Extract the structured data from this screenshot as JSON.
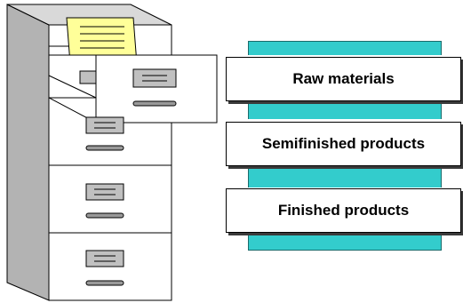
{
  "categories": [
    {
      "label": "Raw materials"
    },
    {
      "label": "Semifinished products"
    },
    {
      "label": "Finished products"
    }
  ],
  "colors": {
    "cabinet_side": "#b3b3b3",
    "cabinet_front": "#ffffff",
    "folder": "#ffff99",
    "handle": "#999999",
    "teal": "#33cccc"
  },
  "icons": [
    "filing-cabinet-icon",
    "folder-icon",
    "drawer-label-icon"
  ]
}
